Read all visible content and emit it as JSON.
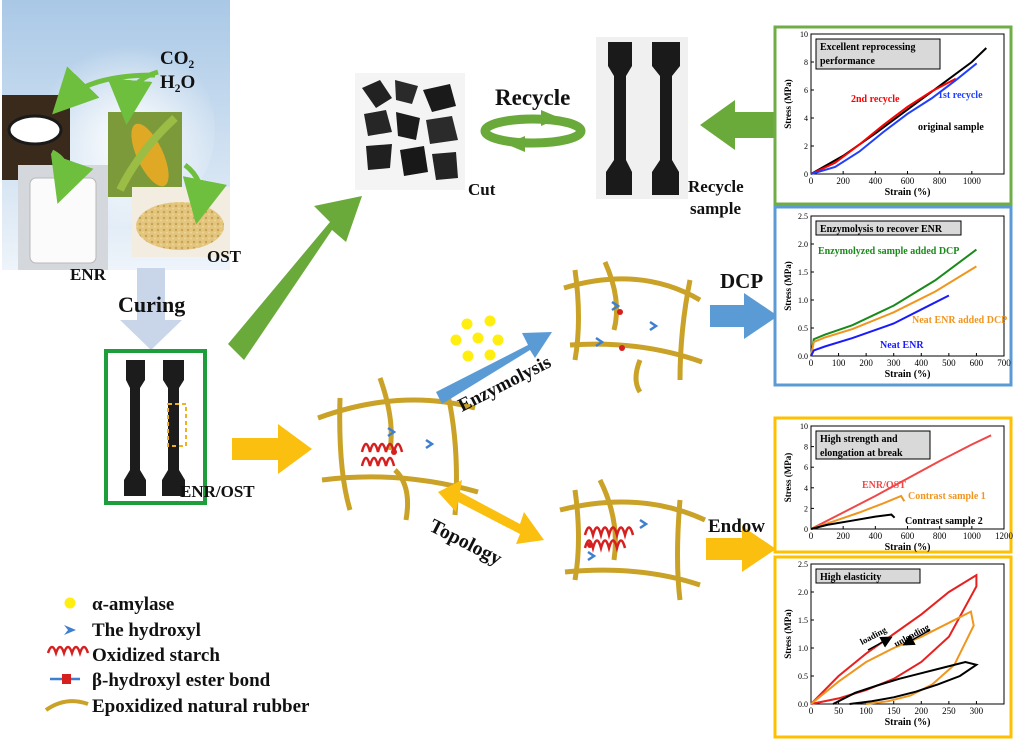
{
  "sky": {
    "co2": "CO₂",
    "h2o": "H₂O"
  },
  "labels": {
    "enr": "ENR",
    "ost": "OST",
    "curing": "Curing",
    "enr_ost": "ENR/OST",
    "cut": "Cut",
    "recycle": "Recycle",
    "recycle_sample_line1": "Recycle",
    "recycle_sample_line2": "sample",
    "dcp": "DCP",
    "enzymolysis": "Enzymolysis",
    "topology": "Topology",
    "endow": "Endow"
  },
  "legend": {
    "items": [
      {
        "label": "α-amylase",
        "icon": "yellow-dot-icon"
      },
      {
        "label": "The hydroxyl",
        "icon": "hydroxyl-chevron-icon"
      },
      {
        "label": "Oxidized starch",
        "icon": "red-coil-icon"
      },
      {
        "label": "β-hydroxyl ester bond",
        "icon": "ester-bond-icon"
      },
      {
        "label": "Epoxidized natural rubber",
        "icon": "rubber-chain-icon"
      }
    ]
  },
  "colors": {
    "green_arrow": "#6aaa3a",
    "blue_arrow": "#5b9bd5",
    "orange_arrow": "#fbbf10",
    "rubber": "#c9a227",
    "starch": "#d62020",
    "hydroxyl": "#3f7fd0",
    "panel_green": "#70ad47",
    "panel_blue": "#5b9bd5",
    "panel_orange": "#ffc000"
  },
  "chart_data": [
    {
      "type": "line",
      "title": "Excellent reprocessing performance",
      "xlabel": "Strain (%)",
      "ylabel": "Stress (MPa)",
      "xlim": [
        0,
        1200
      ],
      "ylim": [
        0,
        10
      ],
      "xticks": [
        0,
        200,
        400,
        600,
        800,
        1000
      ],
      "yticks": [
        0,
        2,
        4,
        6,
        8,
        10
      ],
      "series": [
        {
          "name": "original sample",
          "color": "#000000",
          "x": [
            0,
            200,
            400,
            600,
            800,
            1000,
            1090
          ],
          "y": [
            0,
            1.3,
            2.9,
            4.6,
            6.3,
            8.0,
            9.0
          ]
        },
        {
          "name": "2nd recycle",
          "color": "#ff0000",
          "x": [
            0,
            150,
            300,
            450,
            600,
            750,
            900
          ],
          "y": [
            0,
            0.8,
            2.1,
            3.5,
            4.8,
            5.9,
            6.8
          ]
        },
        {
          "name": "1st recycle",
          "color": "#1f3fff",
          "x": [
            0,
            150,
            300,
            450,
            600,
            750,
            900,
            1030
          ],
          "y": [
            0,
            0.5,
            1.6,
            3.0,
            4.3,
            5.4,
            6.7,
            7.9
          ]
        }
      ]
    },
    {
      "type": "line",
      "title": "Enzymolysis to recover ENR",
      "xlabel": "Strain (%)",
      "ylabel": "Stress (MPa)",
      "xlim": [
        0,
        700
      ],
      "ylim": [
        0,
        2.5
      ],
      "xticks": [
        0,
        100,
        200,
        300,
        400,
        500,
        600,
        700
      ],
      "yticks": [
        0.0,
        0.5,
        1.0,
        1.5,
        2.0,
        2.5
      ],
      "series": [
        {
          "name": "Enzymolyzed sample added DCP",
          "color": "#1a8a1a",
          "x": [
            0,
            10,
            50,
            150,
            300,
            450,
            600
          ],
          "y": [
            0,
            0.3,
            0.38,
            0.55,
            0.9,
            1.35,
            1.9
          ]
        },
        {
          "name": "Neat ENR added DCP",
          "color": "#f0961e",
          "x": [
            0,
            10,
            50,
            150,
            300,
            450,
            600
          ],
          "y": [
            0,
            0.25,
            0.33,
            0.48,
            0.78,
            1.15,
            1.6
          ]
        },
        {
          "name": "Neat ENR",
          "color": "#1a1aff",
          "x": [
            0,
            10,
            50,
            150,
            300,
            420,
            500
          ],
          "y": [
            0,
            0.1,
            0.17,
            0.32,
            0.58,
            0.88,
            1.08
          ]
        }
      ]
    },
    {
      "type": "line",
      "title": "High strength and elongation at break",
      "xlabel": "Strain (%)",
      "ylabel": "Stress (MPa)",
      "xlim": [
        0,
        1200
      ],
      "ylim": [
        0,
        10
      ],
      "xticks": [
        0,
        200,
        400,
        600,
        800,
        1000,
        1200
      ],
      "yticks": [
        0,
        2,
        4,
        6,
        8,
        10
      ],
      "series": [
        {
          "name": "ENR/OST",
          "color": "#f04848",
          "x": [
            0,
            200,
            400,
            600,
            800,
            1000,
            1120
          ],
          "y": [
            0,
            1.6,
            3.2,
            4.9,
            6.6,
            8.2,
            9.1
          ]
        },
        {
          "name": "Contrast sample 1",
          "color": "#f0961e",
          "x": [
            0,
            150,
            300,
            450,
            560,
            580
          ],
          "y": [
            0,
            0.8,
            1.6,
            2.5,
            3.2,
            2.7
          ]
        },
        {
          "name": "Contrast sample 2",
          "color": "#000000",
          "x": [
            0,
            100,
            250,
            400,
            500,
            520
          ],
          "y": [
            0,
            0.4,
            0.8,
            1.2,
            1.4,
            1.1
          ]
        }
      ]
    },
    {
      "type": "line",
      "title": "High elasticity",
      "xlabel": "Strain (%)",
      "ylabel": "Stress (MPa)",
      "xlim": [
        0,
        350
      ],
      "ylim": [
        0,
        2.5
      ],
      "xticks": [
        0,
        50,
        100,
        150,
        200,
        250,
        300
      ],
      "yticks": [
        0.0,
        0.5,
        1.0,
        1.5,
        2.0,
        2.5
      ],
      "annotations": [
        "loading",
        "unloading"
      ],
      "series": [
        {
          "name": "Red cycle",
          "color": "#e82020",
          "x": [
            0,
            50,
            100,
            150,
            200,
            250,
            300,
            300,
            250,
            200,
            150,
            100,
            50,
            0
          ],
          "y": [
            0,
            0.5,
            0.9,
            1.25,
            1.6,
            2.0,
            2.3,
            2.1,
            1.2,
            0.75,
            0.45,
            0.25,
            0.1,
            0
          ]
        },
        {
          "name": "Orange cycle",
          "color": "#f0961e",
          "x": [
            0,
            50,
            100,
            150,
            200,
            250,
            290,
            295,
            260,
            220,
            180,
            140,
            100
          ],
          "y": [
            0,
            0.4,
            0.75,
            1.0,
            1.2,
            1.45,
            1.65,
            1.4,
            0.7,
            0.35,
            0.15,
            0.05,
            0
          ]
        },
        {
          "name": "Black cycle",
          "color": "#000000",
          "x": [
            40,
            80,
            120,
            160,
            200,
            240,
            280,
            300,
            270,
            230,
            190,
            150,
            110,
            70
          ],
          "y": [
            0,
            0.2,
            0.33,
            0.45,
            0.55,
            0.65,
            0.75,
            0.7,
            0.5,
            0.35,
            0.22,
            0.12,
            0.05,
            0
          ]
        }
      ]
    }
  ]
}
